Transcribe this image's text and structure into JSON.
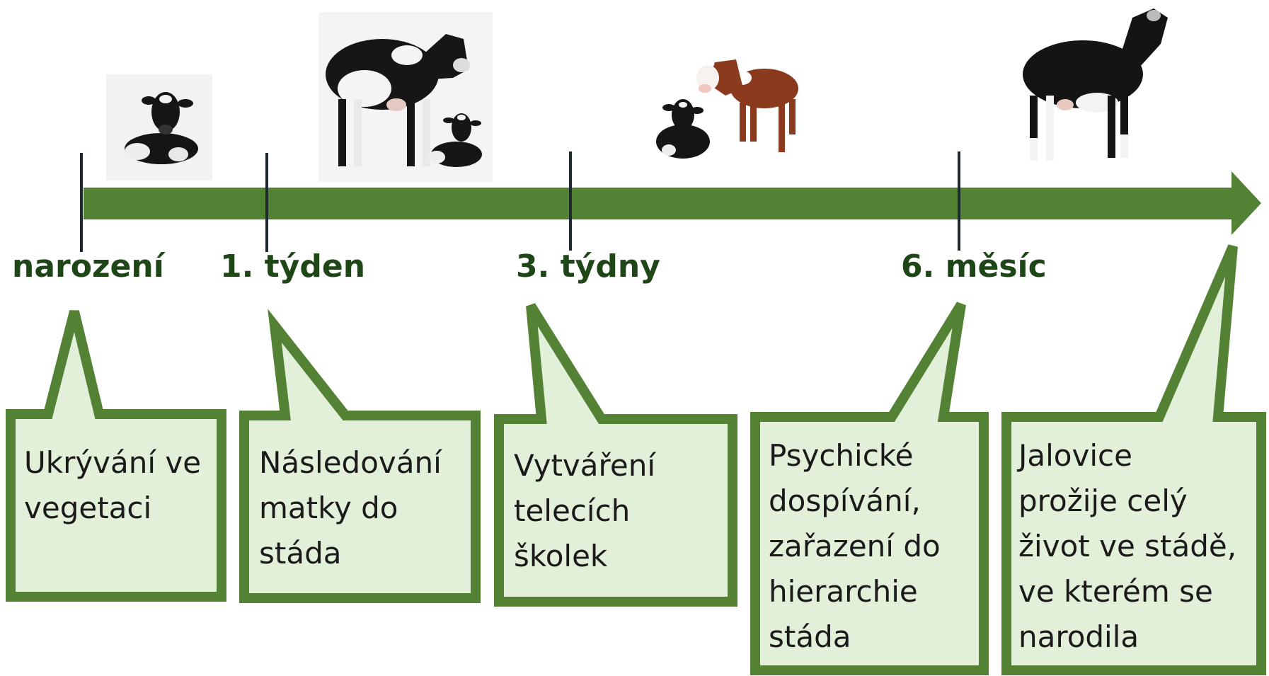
{
  "colors": {
    "arrow": "#548235",
    "callout_fill": "#e2efd9",
    "callout_border": "#548235",
    "tick": "#1f2a30",
    "label": "#1e4617"
  },
  "milestones": [
    {
      "label": "narození",
      "icon": "calf-lying-icon"
    },
    {
      "label": "1. týden",
      "icon": "cow-with-calf-icon"
    },
    {
      "label": "3. týdny",
      "icon": "two-calves-icon"
    },
    {
      "label": "6. měsíc",
      "icon": "heifer-icon"
    }
  ],
  "callouts": [
    {
      "lines": [
        "Ukrývání  ve",
        "vegetaci"
      ]
    },
    {
      "lines": [
        "Následování",
        "matky do",
        "stáda"
      ]
    },
    {
      "lines": [
        "Vytváření",
        "telecích",
        "školek"
      ]
    },
    {
      "lines": [
        "Psychické",
        "dospívání,",
        "zařazení do",
        "hierarchie",
        "stáda"
      ]
    },
    {
      "lines": [
        "Jalovice",
        "prožije celý",
        "život ve stádě,",
        "ve kterém se",
        "narodila"
      ]
    }
  ]
}
